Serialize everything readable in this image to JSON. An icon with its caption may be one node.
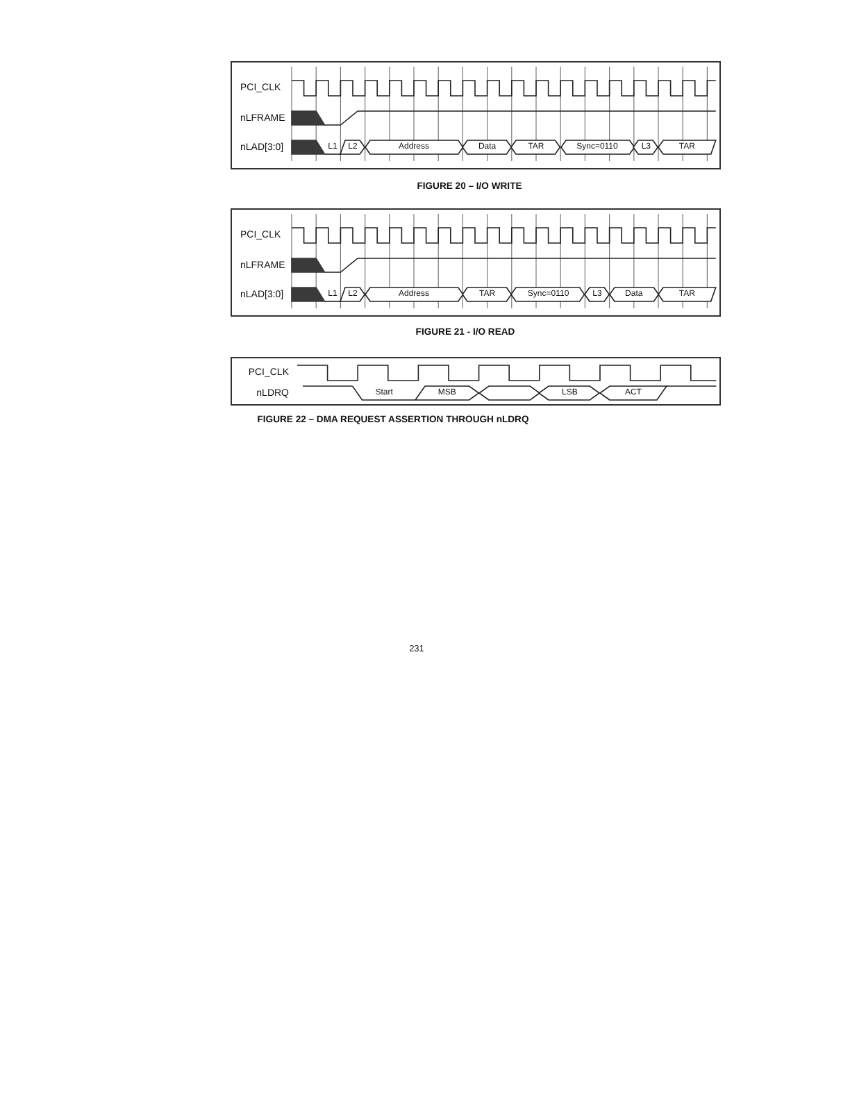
{
  "diagram": {
    "nodes": [
      {
        "text": [
          "PCI_CLK",
          "nLFRAME",
          "nLAD[3:0]"
        ],
        "beside": [
          "FIGURE 20 – I/O WRITE"
        ]
      },
      {
        "text": [
          "L1"
        ],
        "in": 0
      },
      {
        "text": [
          "L2"
        ],
        "in": 0
      },
      {
        "text": [
          "Address"
        ],
        "in": 0
      },
      {
        "text": [
          "Data"
        ],
        "in": 0
      },
      {
        "text": [
          "TAR"
        ],
        "in": 0
      },
      {
        "text": [
          "Sync=0110"
        ],
        "in": 0
      },
      {
        "text": [
          "L3"
        ],
        "in": 0
      },
      {
        "text": [
          "TAR"
        ],
        "in": 0
      },
      {
        "text": [
          "PCI_CLK",
          "nLFRAME",
          "nLAD[3:0]"
        ],
        "beside": [
          "FIGURE 21 - I/O READ"
        ]
      },
      {
        "text": [
          "L1"
        ],
        "in": 9
      },
      {
        "text": [
          "L2"
        ],
        "in": 9
      },
      {
        "text": [
          "Address"
        ],
        "in": 9
      },
      {
        "text": [
          "TAR"
        ],
        "in": 9
      },
      {
        "text": [
          "Sync=0110"
        ],
        "in": 9
      },
      {
        "text": [
          "L3"
        ],
        "in": 9
      },
      {
        "text": [
          "Data"
        ],
        "in": 9
      },
      {
        "text": [
          "TAR"
        ],
        "in": 9
      },
      {
        "text": [
          "PCI_CLK",
          "nLDRQ"
        ],
        "beside": [
          "FIGURE 22 – DMA REQUEST ASSERTION THROUGH nLDRQ"
        ]
      },
      {
        "text": [
          "Start"
        ],
        "in": 18
      },
      {
        "text": [
          "MSB"
        ],
        "in": 18
      },
      {
        "text": [],
        "shape": "hexagon",
        "in": 18
      },
      {
        "text": [
          "LSB"
        ],
        "in": 18
      },
      {
        "text": [
          "ACT"
        ],
        "in": 18
      }
    ],
    "labels": [
      "231"
    ]
  }
}
